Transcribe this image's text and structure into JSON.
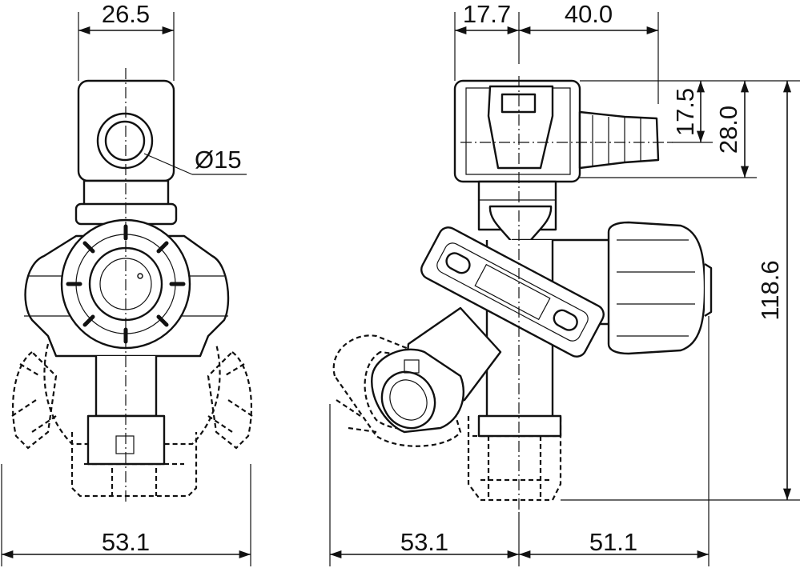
{
  "colors": {
    "line": "#111111",
    "background": "#ffffff"
  },
  "dimensions": {
    "front_top_width": "26.5",
    "front_diameter": "Ø15",
    "front_bottom_width": "53.1",
    "side_top_left": "17.7",
    "side_top_right": "40.0",
    "side_height_small": "17.5",
    "side_height_medium": "28.0",
    "side_height_total": "118.6",
    "side_bottom_left": "53.1",
    "side_bottom_right": "51.1"
  }
}
